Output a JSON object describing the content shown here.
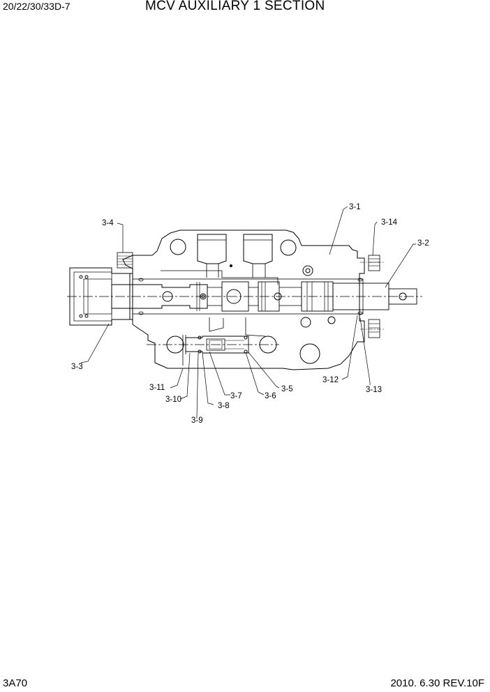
{
  "header": {
    "model": "20/22/30/33D-7",
    "title": "MCV AUXILIARY 1  SECTION"
  },
  "footer": {
    "page": "3A70",
    "revision": "2010. 6.30  REV.10F"
  },
  "callouts": {
    "c3_1": "3-1",
    "c3_2": "3-2",
    "c3_3": "3-3",
    "c3_4": "3-4",
    "c3_5": "3-5",
    "c3_6": "3-6",
    "c3_7": "3-7",
    "c3_8": "3-8",
    "c3_9": "3-9",
    "c3_10": "3-10",
    "c3_11": "3-11",
    "c3_12": "3-12",
    "c3_13": "3-13",
    "c3_14": "3-14"
  }
}
